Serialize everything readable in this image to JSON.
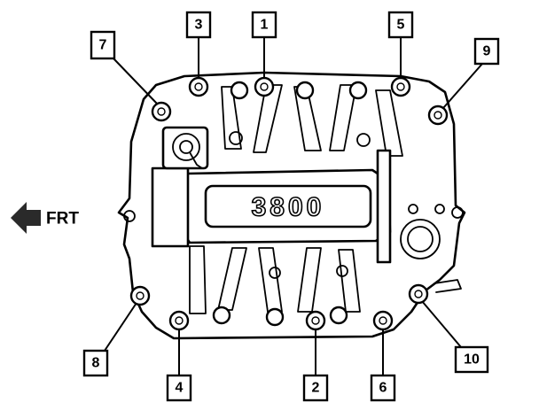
{
  "direction": {
    "label": "FRT",
    "icon": "arrow-left-icon"
  },
  "emblem": {
    "text": "3800"
  },
  "callouts": [
    {
      "id": "1",
      "label": "1"
    },
    {
      "id": "2",
      "label": "2"
    },
    {
      "id": "3",
      "label": "3"
    },
    {
      "id": "4",
      "label": "4"
    },
    {
      "id": "5",
      "label": "5"
    },
    {
      "id": "6",
      "label": "6"
    },
    {
      "id": "7",
      "label": "7"
    },
    {
      "id": "8",
      "label": "8"
    },
    {
      "id": "9",
      "label": "9"
    },
    {
      "id": "10",
      "label": "10"
    }
  ],
  "colors": {
    "ink": "#000000",
    "paper": "#ffffff"
  }
}
